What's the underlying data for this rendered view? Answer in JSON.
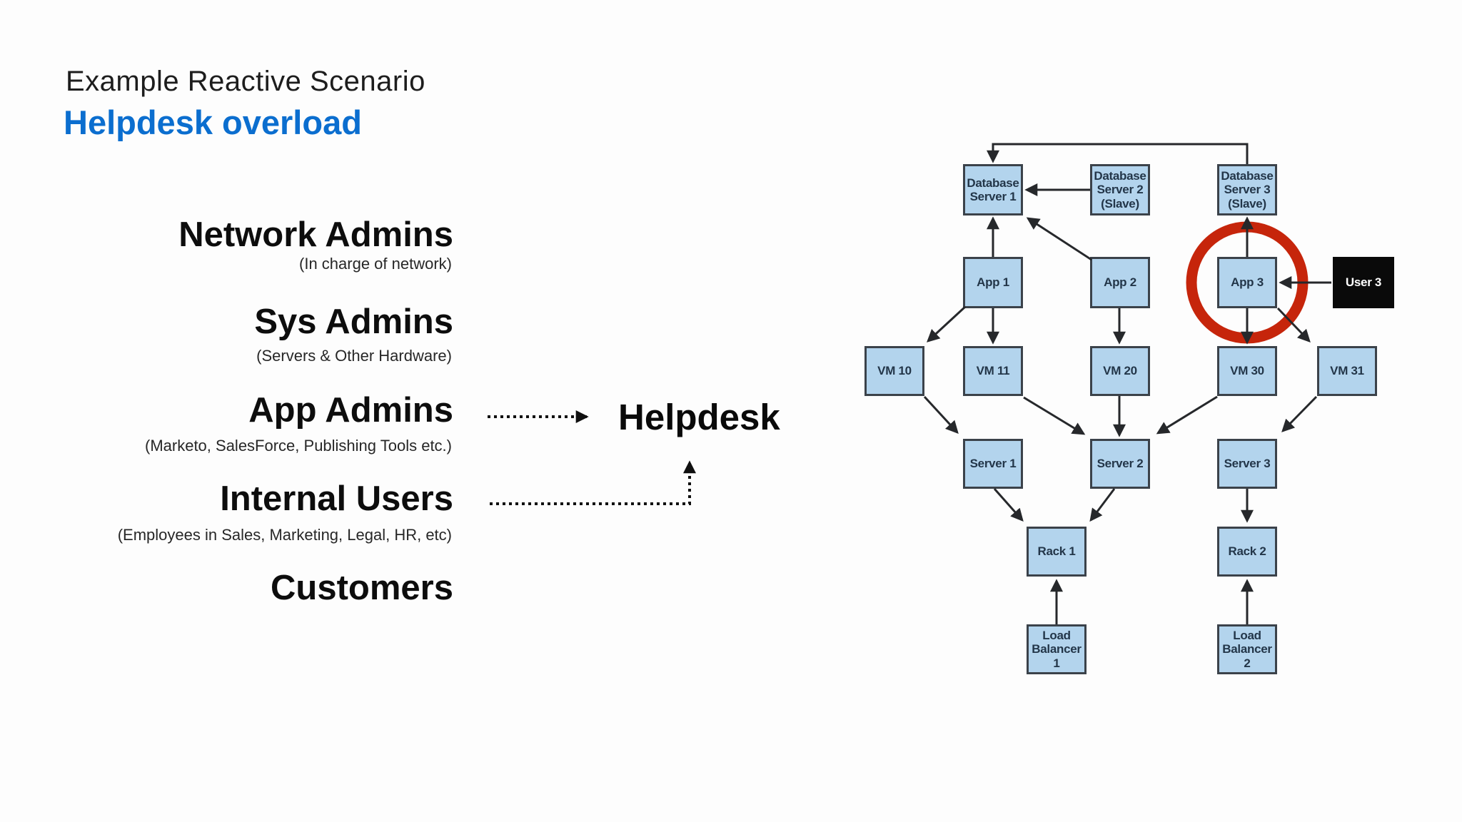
{
  "slide": {
    "title": "Example Reactive Scenario",
    "subtitle": "Helpdesk overload",
    "subtitle_color": "#0b6ecf"
  },
  "roles": [
    {
      "name": "Network Admins",
      "caption": "(In charge of network)"
    },
    {
      "name": "Sys Admins",
      "caption": "(Servers & Other Hardware)"
    },
    {
      "name": "App Admins",
      "caption": "(Marketo, SalesForce, Publishing Tools etc.)"
    },
    {
      "name": "Internal Users",
      "caption": "(Employees in Sales, Marketing, Legal, HR, etc)"
    },
    {
      "name": "Customers",
      "caption": ""
    }
  ],
  "helpdesk": {
    "label": "Helpdesk"
  },
  "flows": [
    {
      "from": "App Admins",
      "to": "Helpdesk",
      "style": "dotted-arrow"
    },
    {
      "from": "Internal Users",
      "to": "Helpdesk",
      "style": "dotted-arrow"
    }
  ],
  "diagram": {
    "nodes": [
      {
        "id": "db1",
        "label": "Database Server 1"
      },
      {
        "id": "db2",
        "label": "Database Server 2 (Slave)"
      },
      {
        "id": "db3",
        "label": "Database Server 3 (Slave)"
      },
      {
        "id": "app1",
        "label": "App 1"
      },
      {
        "id": "app2",
        "label": "App 2"
      },
      {
        "id": "app3",
        "label": "App 3"
      },
      {
        "id": "user3",
        "label": "User 3"
      },
      {
        "id": "vm10",
        "label": "VM 10"
      },
      {
        "id": "vm11",
        "label": "VM 11"
      },
      {
        "id": "vm20",
        "label": "VM 20"
      },
      {
        "id": "vm30",
        "label": "VM 30"
      },
      {
        "id": "vm31",
        "label": "VM 31"
      },
      {
        "id": "server1",
        "label": "Server 1"
      },
      {
        "id": "server2",
        "label": "Server 2"
      },
      {
        "id": "server3",
        "label": "Server 3"
      },
      {
        "id": "rack1",
        "label": "Rack 1"
      },
      {
        "id": "rack2",
        "label": "Rack 2"
      },
      {
        "id": "lb1",
        "label": "Load Balancer 1"
      },
      {
        "id": "lb2",
        "label": "Load Balancer 2"
      }
    ],
    "edges": [
      "db3 -> db1",
      "db2 -> db1",
      "app1 -> db1",
      "app2 -> db1",
      "app3 -> db3",
      "user3 -> app3",
      "app1 -> vm10",
      "app1 -> vm11",
      "app2 -> vm20",
      "app3 -> vm30",
      "app3 -> vm31",
      "vm10 -> server1",
      "vm11 -> server2",
      "vm20 -> server2",
      "vm30 -> server2",
      "vm31 -> server3",
      "server1 -> rack1",
      "server2 -> rack1",
      "server3 -> rack2",
      "lb1 -> rack1",
      "lb2 -> rack2"
    ],
    "highlight": {
      "node": "app3",
      "shape": "red-circle",
      "color": "#c6250b"
    },
    "colors": {
      "node_fill": "#b3d4ed",
      "node_border": "#3b424a",
      "user_node_fill": "#0a0a0a",
      "line": "#26282b"
    }
  }
}
